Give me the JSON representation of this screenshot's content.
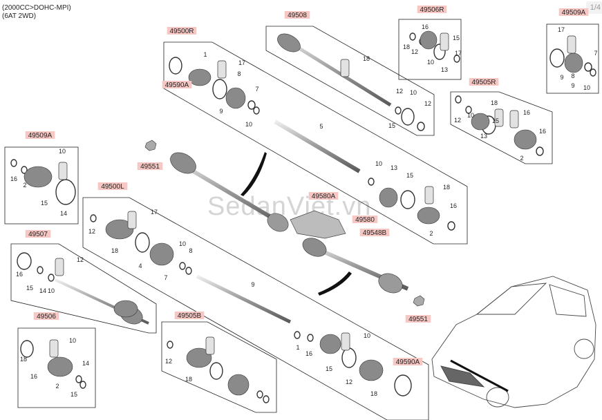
{
  "header": {
    "line1": "(2000CC>DOHC-MPI)",
    "line2": "(6AT 2WD)"
  },
  "page_indicator": "1/4",
  "watermark": "SedanViet.vn",
  "part_codes": [
    "49500R",
    "49508",
    "49506R",
    "49509A",
    "49505R",
    "49590A",
    "49509A",
    "49551",
    "49500L",
    "49580A",
    "49580",
    "49548B",
    "49507",
    "49506",
    "49505B",
    "49590A",
    "49551"
  ],
  "callout_numbers": [
    "1",
    "17",
    "8",
    "7",
    "10",
    "9",
    "5",
    "10",
    "13",
    "15",
    "18",
    "16",
    "2",
    "18",
    "12",
    "10",
    "15",
    "12",
    "16",
    "18",
    "12",
    "10",
    "13",
    "15",
    "17",
    "18",
    "16",
    "13",
    "15",
    "2",
    "16",
    "12",
    "10",
    "9",
    "17",
    "7",
    "10",
    "8",
    "9",
    "16",
    "2",
    "15",
    "14",
    "10",
    "12",
    "18",
    "4",
    "7",
    "10",
    "8",
    "17",
    "9",
    "1",
    "16",
    "15",
    "10",
    "12",
    "18",
    "16",
    "15",
    "14",
    "10",
    "12",
    "18",
    "16",
    "2",
    "15",
    "14",
    "10",
    "12",
    "18"
  ]
}
